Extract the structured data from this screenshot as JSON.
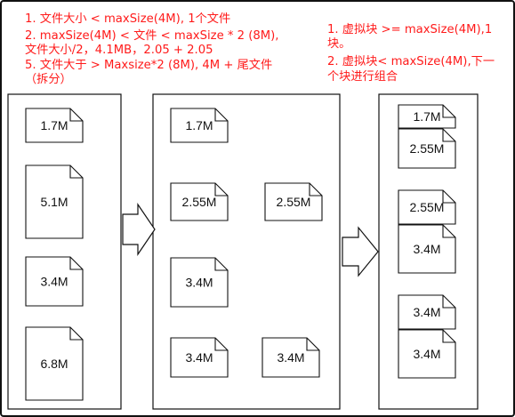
{
  "notes": {
    "left": [
      "1. 文件大小 < maxSize(4M), 1个文件",
      "2.   maxSize(4M) < 文件 < maxSize * 2 (8M),",
      "文件大小/2，4.1MB，2.05 + 2.05",
      "5. 文件大于 > Maxsize*2 (8M), 4M + 尾文件",
      "（拆分）"
    ],
    "right": [
      "1. 虚拟块 >= maxSize(4M),1",
      "块。",
      "2. 虚拟块< maxSize(4M),下一",
      "个块进行组合"
    ]
  },
  "columns": [
    {
      "id": "original-files",
      "files": [
        "1.7M",
        "5.1M",
        "3.4M",
        "6.8M"
      ]
    },
    {
      "id": "split-files",
      "files": [
        "1.7M",
        "2.55M",
        "2.55M",
        "3.4M",
        "3.4M",
        "3.4M"
      ]
    },
    {
      "id": "combined-blocks",
      "groups": [
        [
          "1.7M",
          "2.55M"
        ],
        [
          "2.55M",
          "3.4M"
        ],
        [
          "3.4M",
          "3.4M"
        ]
      ]
    }
  ],
  "colors": {
    "note_text": "#ff1a1a",
    "stroke": "#111111",
    "background": "#ffffff"
  }
}
